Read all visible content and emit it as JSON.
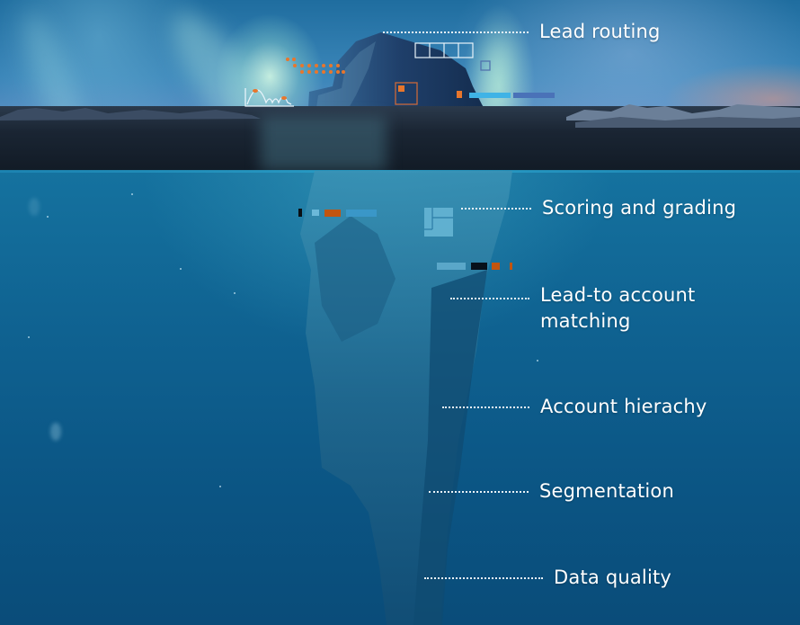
{
  "diagram": {
    "type": "iceberg",
    "layers": {
      "above_water": [
        "Lead routing"
      ],
      "below_water": [
        "Scoring and grading",
        "Lead-to account matching",
        "Account hierachy",
        "Segmentation",
        "Data quality"
      ]
    }
  },
  "labels": [
    {
      "text": "Lead routing",
      "zone": "above-water"
    },
    {
      "text": "Scoring and grading",
      "zone": "below-water"
    },
    {
      "text": "Lead-to account matching",
      "line1": "Lead-to account",
      "line2": "matching",
      "zone": "below-water"
    },
    {
      "text": "Account hierachy",
      "zone": "below-water"
    },
    {
      "text": "Segmentation",
      "zone": "below-water"
    },
    {
      "text": "Data quality",
      "zone": "below-water"
    }
  ],
  "colors": {
    "accent_orange": "#e8762c",
    "accent_orange_dark": "#c2550f",
    "accent_light_blue": "#3fb3e6",
    "accent_mid_blue": "#4a72b8",
    "label_text": "#ffffff",
    "water": "#0b5584",
    "sky": "#3b86b9"
  },
  "icons": {
    "line-chart": "line-chart-icon",
    "dot-grid": "dot-grid-icon",
    "box-row": "segmented-boxes-icon",
    "small-square": "square-outline-icon",
    "nested-square": "nested-square-icon",
    "progress-bars": "progress-bars-icon",
    "layout-block": "layout-block-icon"
  }
}
